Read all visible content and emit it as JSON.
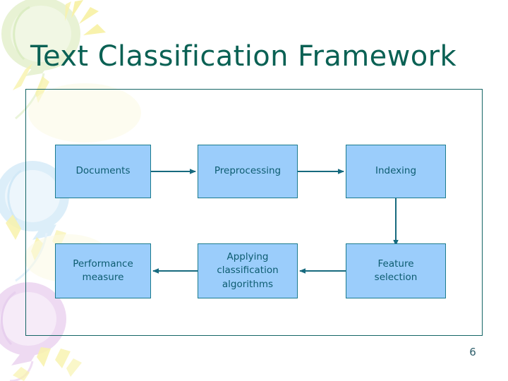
{
  "slide": {
    "title": "Text Classification Framework",
    "page_number": "6",
    "colors": {
      "title_text": "#0A6154",
      "frame_border": "#156565",
      "box_fill": "#9BCDFB",
      "box_border": "#1B7B8E",
      "box_text": "#0D5C70",
      "arrow": "#176A7E",
      "balloon_green": "#E4F0CE",
      "balloon_blue": "#DCEEF9",
      "balloon_pink": "#EEDAF2",
      "ray_yellow": "#F7F0A8"
    }
  },
  "diagram": {
    "nodes": [
      {
        "id": "documents",
        "label": "Documents"
      },
      {
        "id": "preprocess",
        "label": "Preprocessing"
      },
      {
        "id": "indexing",
        "label": "Indexing"
      },
      {
        "id": "feature",
        "label": "Feature\nselection"
      },
      {
        "id": "applying",
        "label": "Applying\nclassification\nalgorithms"
      },
      {
        "id": "performance",
        "label": "Performance\nmeasure"
      }
    ],
    "node_labels": {
      "documents": "Documents",
      "preprocess": "Preprocessing",
      "indexing": "Indexing",
      "feature_line1": "Feature",
      "feature_line2": "selection",
      "applying_line1": "Applying",
      "applying_line2": "classification",
      "applying_line3": "algorithms",
      "performance_line1": "Performance",
      "performance_line2": "measure"
    },
    "edges": [
      {
        "from": "documents",
        "to": "preprocess",
        "direction": "right"
      },
      {
        "from": "preprocess",
        "to": "indexing",
        "direction": "right"
      },
      {
        "from": "indexing",
        "to": "feature",
        "direction": "down"
      },
      {
        "from": "feature",
        "to": "applying",
        "direction": "left"
      },
      {
        "from": "applying",
        "to": "performance",
        "direction": "left"
      }
    ]
  },
  "decor": {
    "balloons": [
      {
        "name": "green-balloon",
        "color": "#E4F0CE"
      },
      {
        "name": "blue-balloon",
        "color": "#DCEEF9"
      },
      {
        "name": "pink-balloon",
        "color": "#EEDAF2"
      }
    ],
    "rays_color": "#F8F2AC"
  }
}
